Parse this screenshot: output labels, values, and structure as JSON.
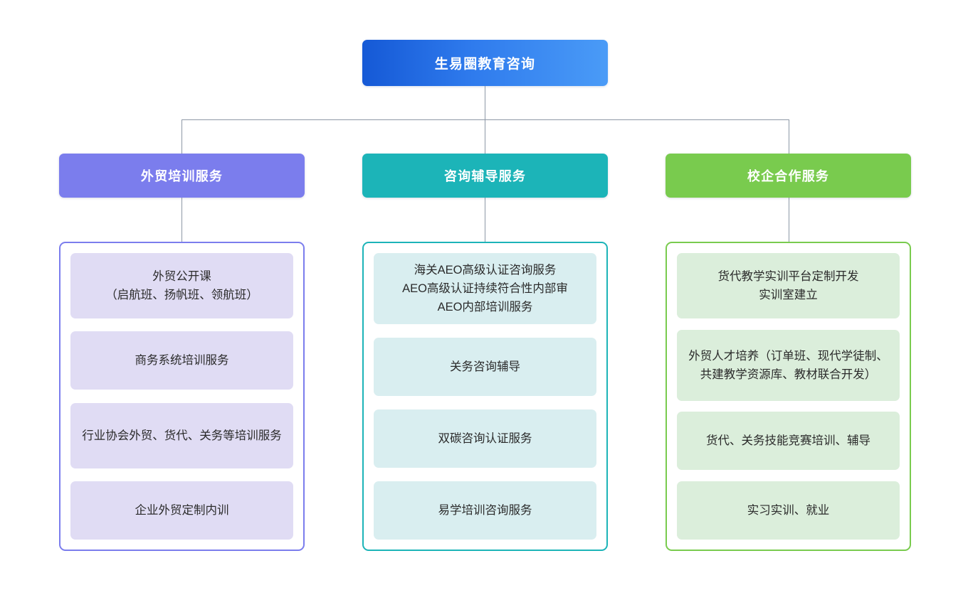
{
  "chart_data": {
    "type": "diagram",
    "diagram_type": "organization-tree",
    "title": "生易圈教育咨询",
    "root": {
      "label": "生易圈教育咨询",
      "color": "#2f7bed"
    },
    "branches": [
      {
        "label": "外贸培训服务",
        "color": "#7b7ded",
        "card_color": "#e0dcf4",
        "items": [
          "外贸公开课\n（启航班、扬帆班、领航班）",
          "商务系统培训服务",
          "行业协会外贸、货代、关务等培训服务",
          "企业外贸定制内训"
        ]
      },
      {
        "label": "咨询辅导服务",
        "color": "#1cb4b8",
        "card_color": "#d9eef0",
        "items": [
          "海关AEO高级认证咨询服务\nAEO高级认证持续符合性内部审\nAEO内部培训服务",
          "关务咨询辅导",
          "双碳咨询认证服务",
          "易学培训咨询服务"
        ]
      },
      {
        "label": "校企合作服务",
        "color": "#79cb4e",
        "card_color": "#dbeedb",
        "items": [
          "货代教学实训平台定制开发\n实训室建立",
          "外贸人才培养（订单班、现代学徒制、共建教学资源库、教材联合开发）",
          "货代、关务技能竞赛培训、辅导",
          "实习实训、就业"
        ]
      }
    ],
    "connector_color": "#8d98a6",
    "background": "#ffffff"
  }
}
